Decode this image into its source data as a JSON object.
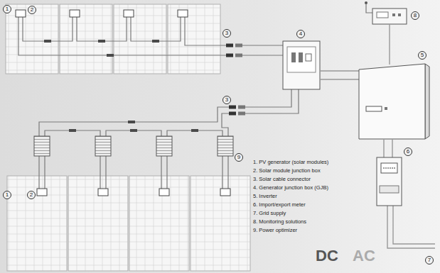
{
  "diagram": {
    "labels": [
      "1",
      "2",
      "8",
      "3",
      "4",
      "5",
      "3",
      "6",
      "9",
      "1. PV generator (solar modules)",
      "2. Solar module junction box",
      "3. Solar cable connector",
      "4. Generator junction box (GJB)",
      "5. Inverter",
      "6. Import/export meter",
      "7. Grid supply",
      "8. Monitoring solutions",
      "9. Power optimizer",
      "1",
      "2",
      "7",
      "DC",
      "AC"
    ]
  }
}
